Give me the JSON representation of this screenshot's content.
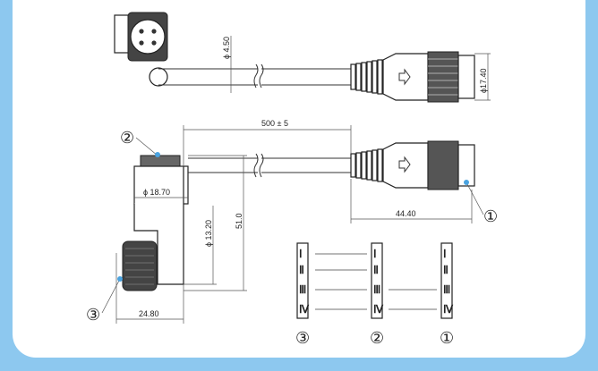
{
  "dimensions": {
    "cable_dia": "ϕ 4.50",
    "connector_dia": "ϕ17.40",
    "cable_length": "500 ± 5",
    "body_dia": "ϕ 18.70",
    "elbow_dia": "ϕ 13.20",
    "height": "51.0",
    "connector_length": "44.40",
    "width": "24.80"
  },
  "callouts": {
    "c1": "①",
    "c2": "②",
    "c3": "③"
  },
  "wiring": {
    "pins": [
      "Ⅰ",
      "Ⅱ",
      "Ⅲ",
      "Ⅳ"
    ],
    "labels": [
      "③",
      "②",
      "①"
    ]
  },
  "colors": {
    "frame": "#8dc8ef",
    "callout_dot": "#4aa3e0"
  }
}
